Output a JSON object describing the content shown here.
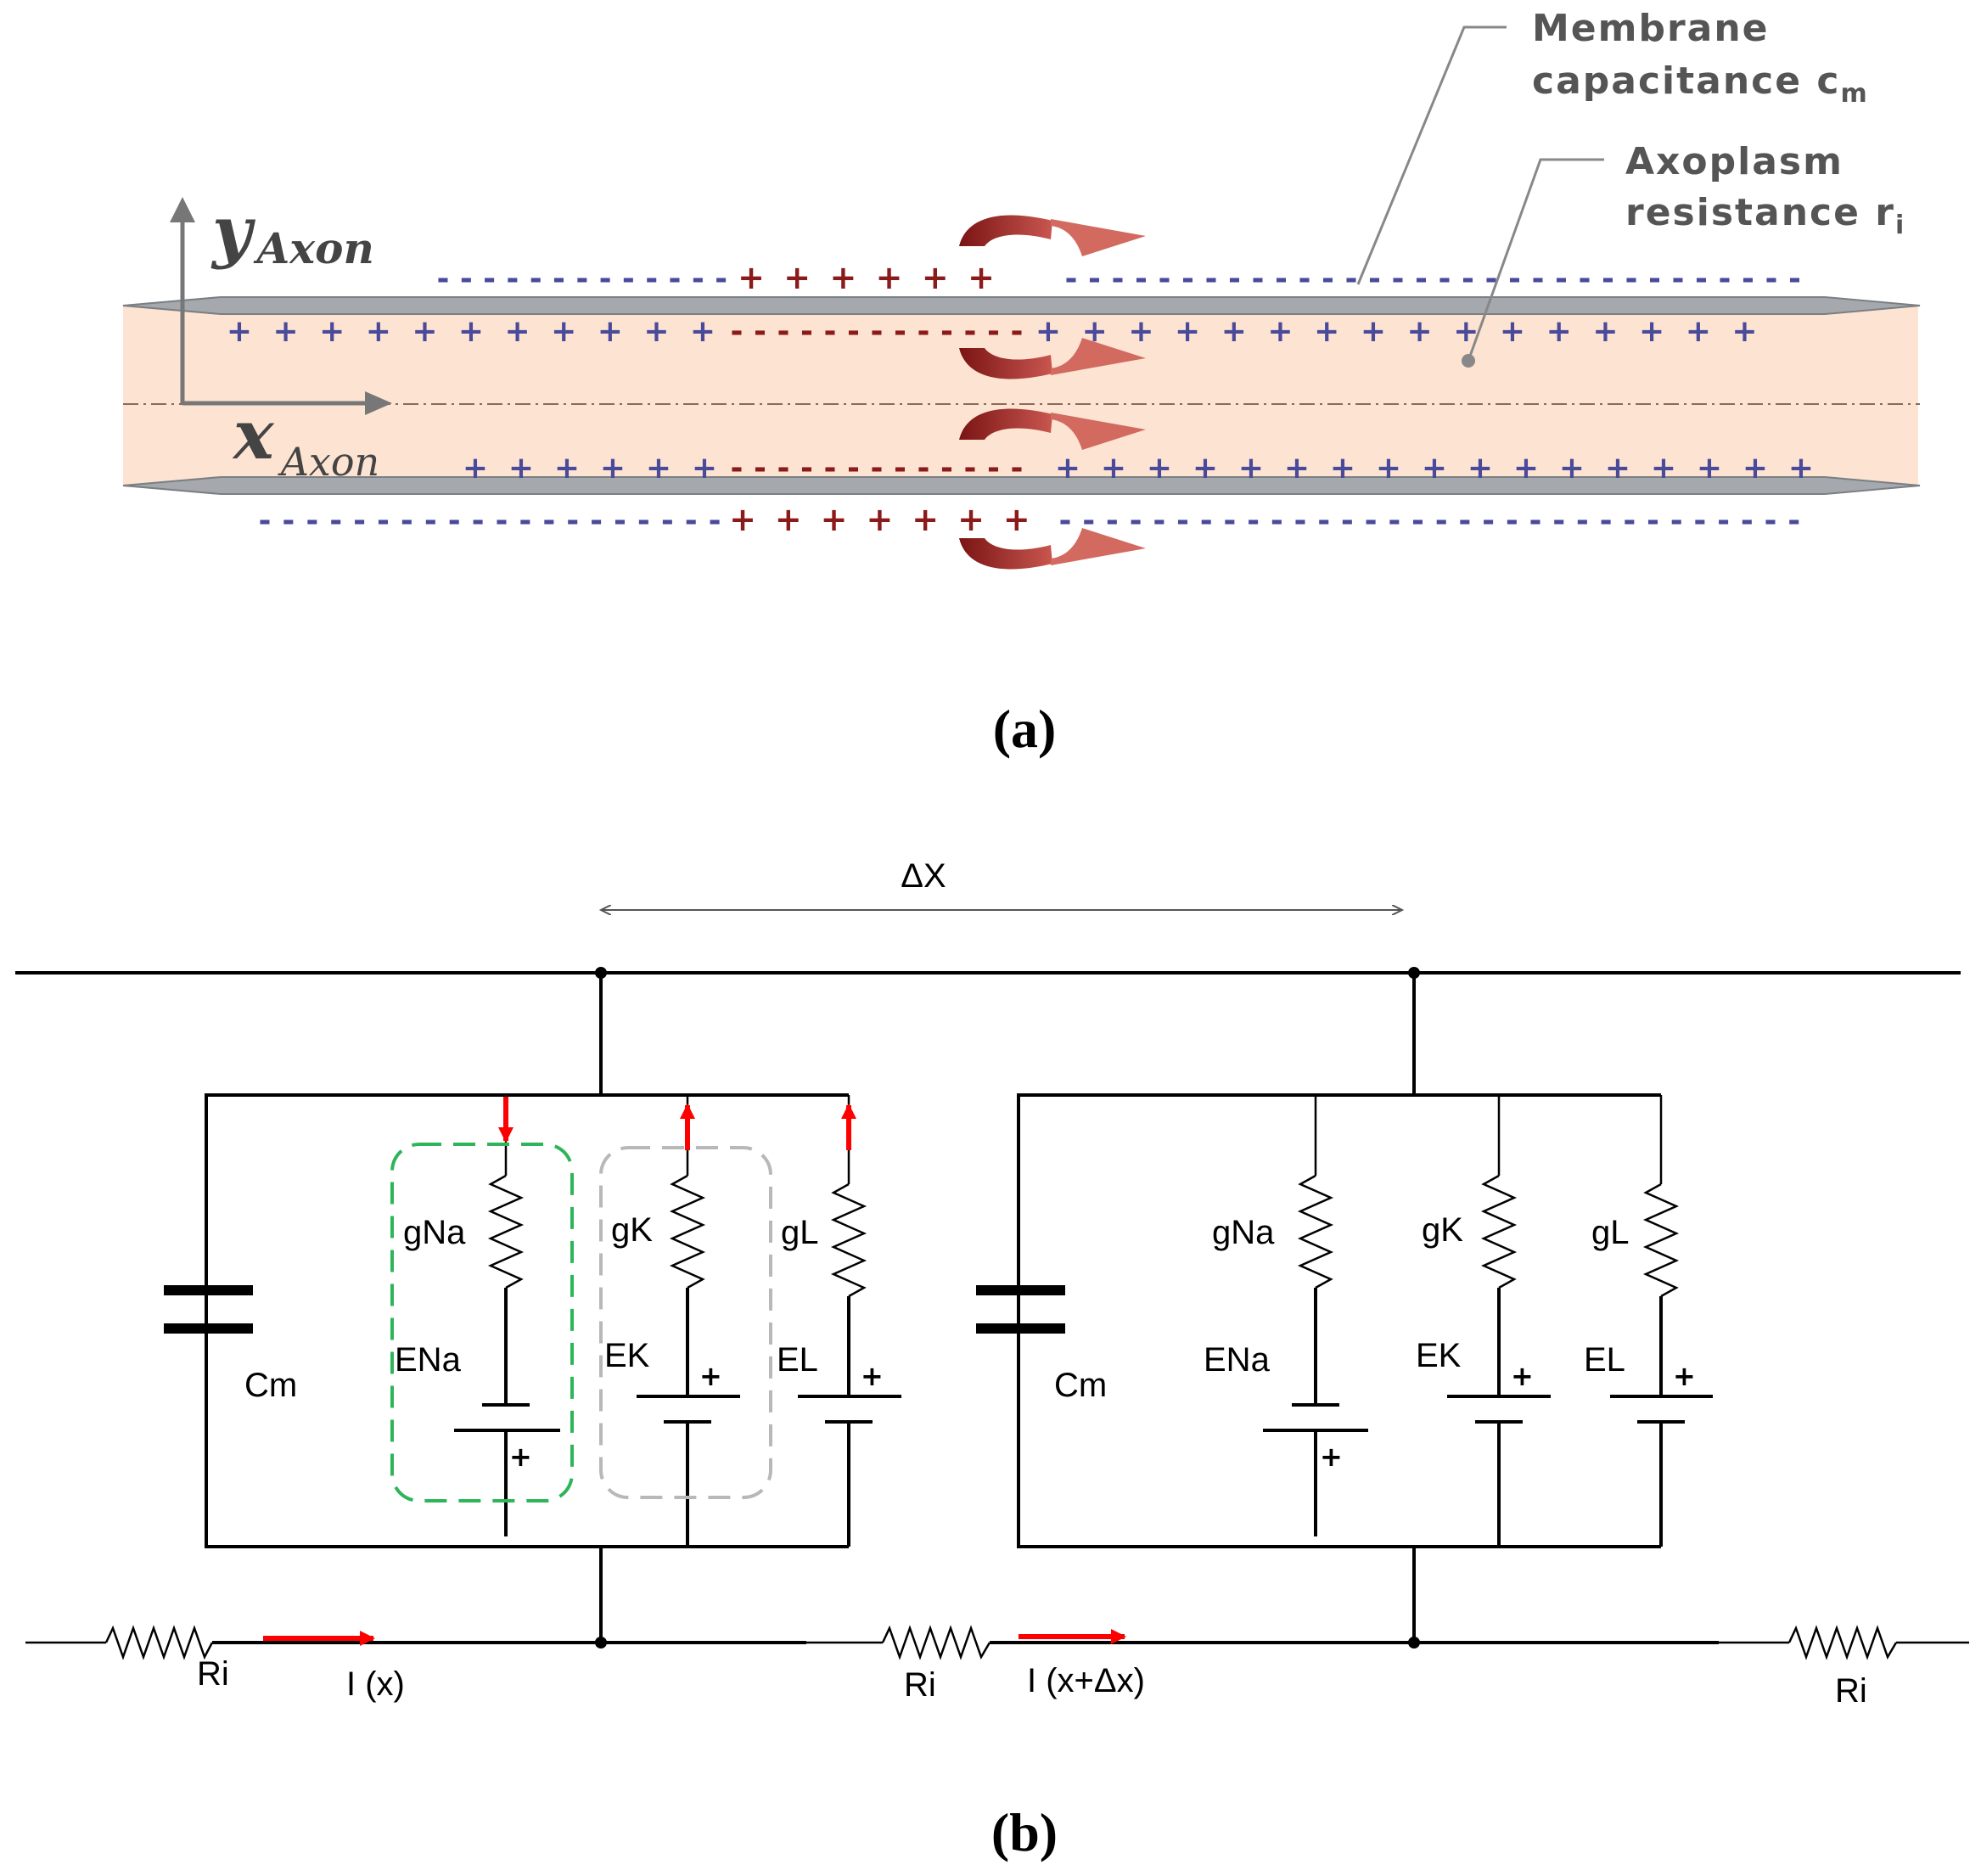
{
  "panel_a": {
    "label": "(a)",
    "y_axis": {
      "main": "y",
      "sub": "Axon"
    },
    "x_axis": {
      "main": "x",
      "sub": "Axon"
    },
    "callout_membrane": {
      "line1": "Membrane",
      "line2": "capacitance c",
      "sub": "m"
    },
    "callout_axoplasm": {
      "line1": "Axoplasm",
      "line2": "resistance r",
      "sub": "i"
    },
    "colors": {
      "axoplasm": "#fde3d2",
      "membrane": "#8a8f94",
      "positive": "#8b1a1a",
      "charge": "#4a4a9a",
      "current_arrow": "#9a1f1f"
    }
  },
  "panel_b": {
    "label": "(b)",
    "delta_x": "ΔX",
    "cells": [
      {
        "cm": "Cm",
        "gna": "gNa",
        "ena": "ENa",
        "gk": "gK",
        "ek": "EK",
        "gl": "gL",
        "el": "EL"
      },
      {
        "cm": "Cm",
        "gna": "gNa",
        "ena": "ENa",
        "gk": "gK",
        "ek": "EK",
        "gl": "gL",
        "el": "EL"
      }
    ],
    "ri_labels": [
      "Ri",
      "Ri",
      "Ri"
    ],
    "current_labels": [
      "I (x)",
      "I (x+Δx)"
    ],
    "battery_plus": "+",
    "colors": {
      "current_arrow": "#ff0000",
      "na_box": "#2eb55a",
      "k_box": "#b8b8b8"
    }
  }
}
